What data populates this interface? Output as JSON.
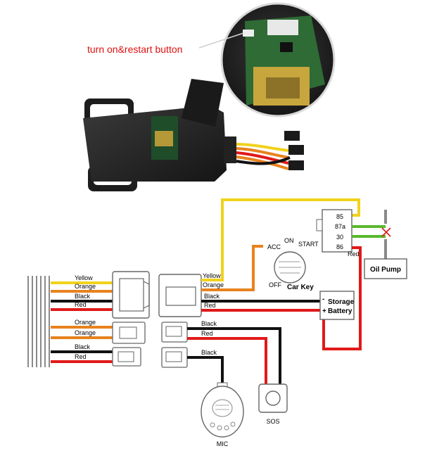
{
  "callout": {
    "text": "turn on&restart button"
  },
  "colors": {
    "yellow": "#f1d21c",
    "orange": "#e8821e",
    "black": "#111111",
    "red": "#e11919",
    "green": "#5ab82c",
    "grey": "#8a8a8a"
  },
  "harness_left": {
    "wires": [
      "Yellow",
      "Orange",
      "Black",
      "Red"
    ],
    "wires2": [
      "Orange",
      "Orange"
    ],
    "wires3": [
      "Black",
      "Red"
    ]
  },
  "device_side": {
    "wires": [
      "Yellow",
      "Orange",
      "Black",
      "Red"
    ],
    "sos_wires": [
      "Black",
      "Red"
    ],
    "mic_wire": "Black"
  },
  "relay": {
    "pins": [
      "85",
      "87a",
      "30",
      "86"
    ],
    "pin86_wire": "Red"
  },
  "switch": {
    "acc": "ACC",
    "on": "ON",
    "start": "START",
    "off": "OFF",
    "name": "Car Key"
  },
  "battery": {
    "minus": "-",
    "plus": "+",
    "line1": "Storage",
    "line2": "Battery"
  },
  "oil_pump": "Oil Pump",
  "sos": "SOS",
  "mic": "MIC"
}
